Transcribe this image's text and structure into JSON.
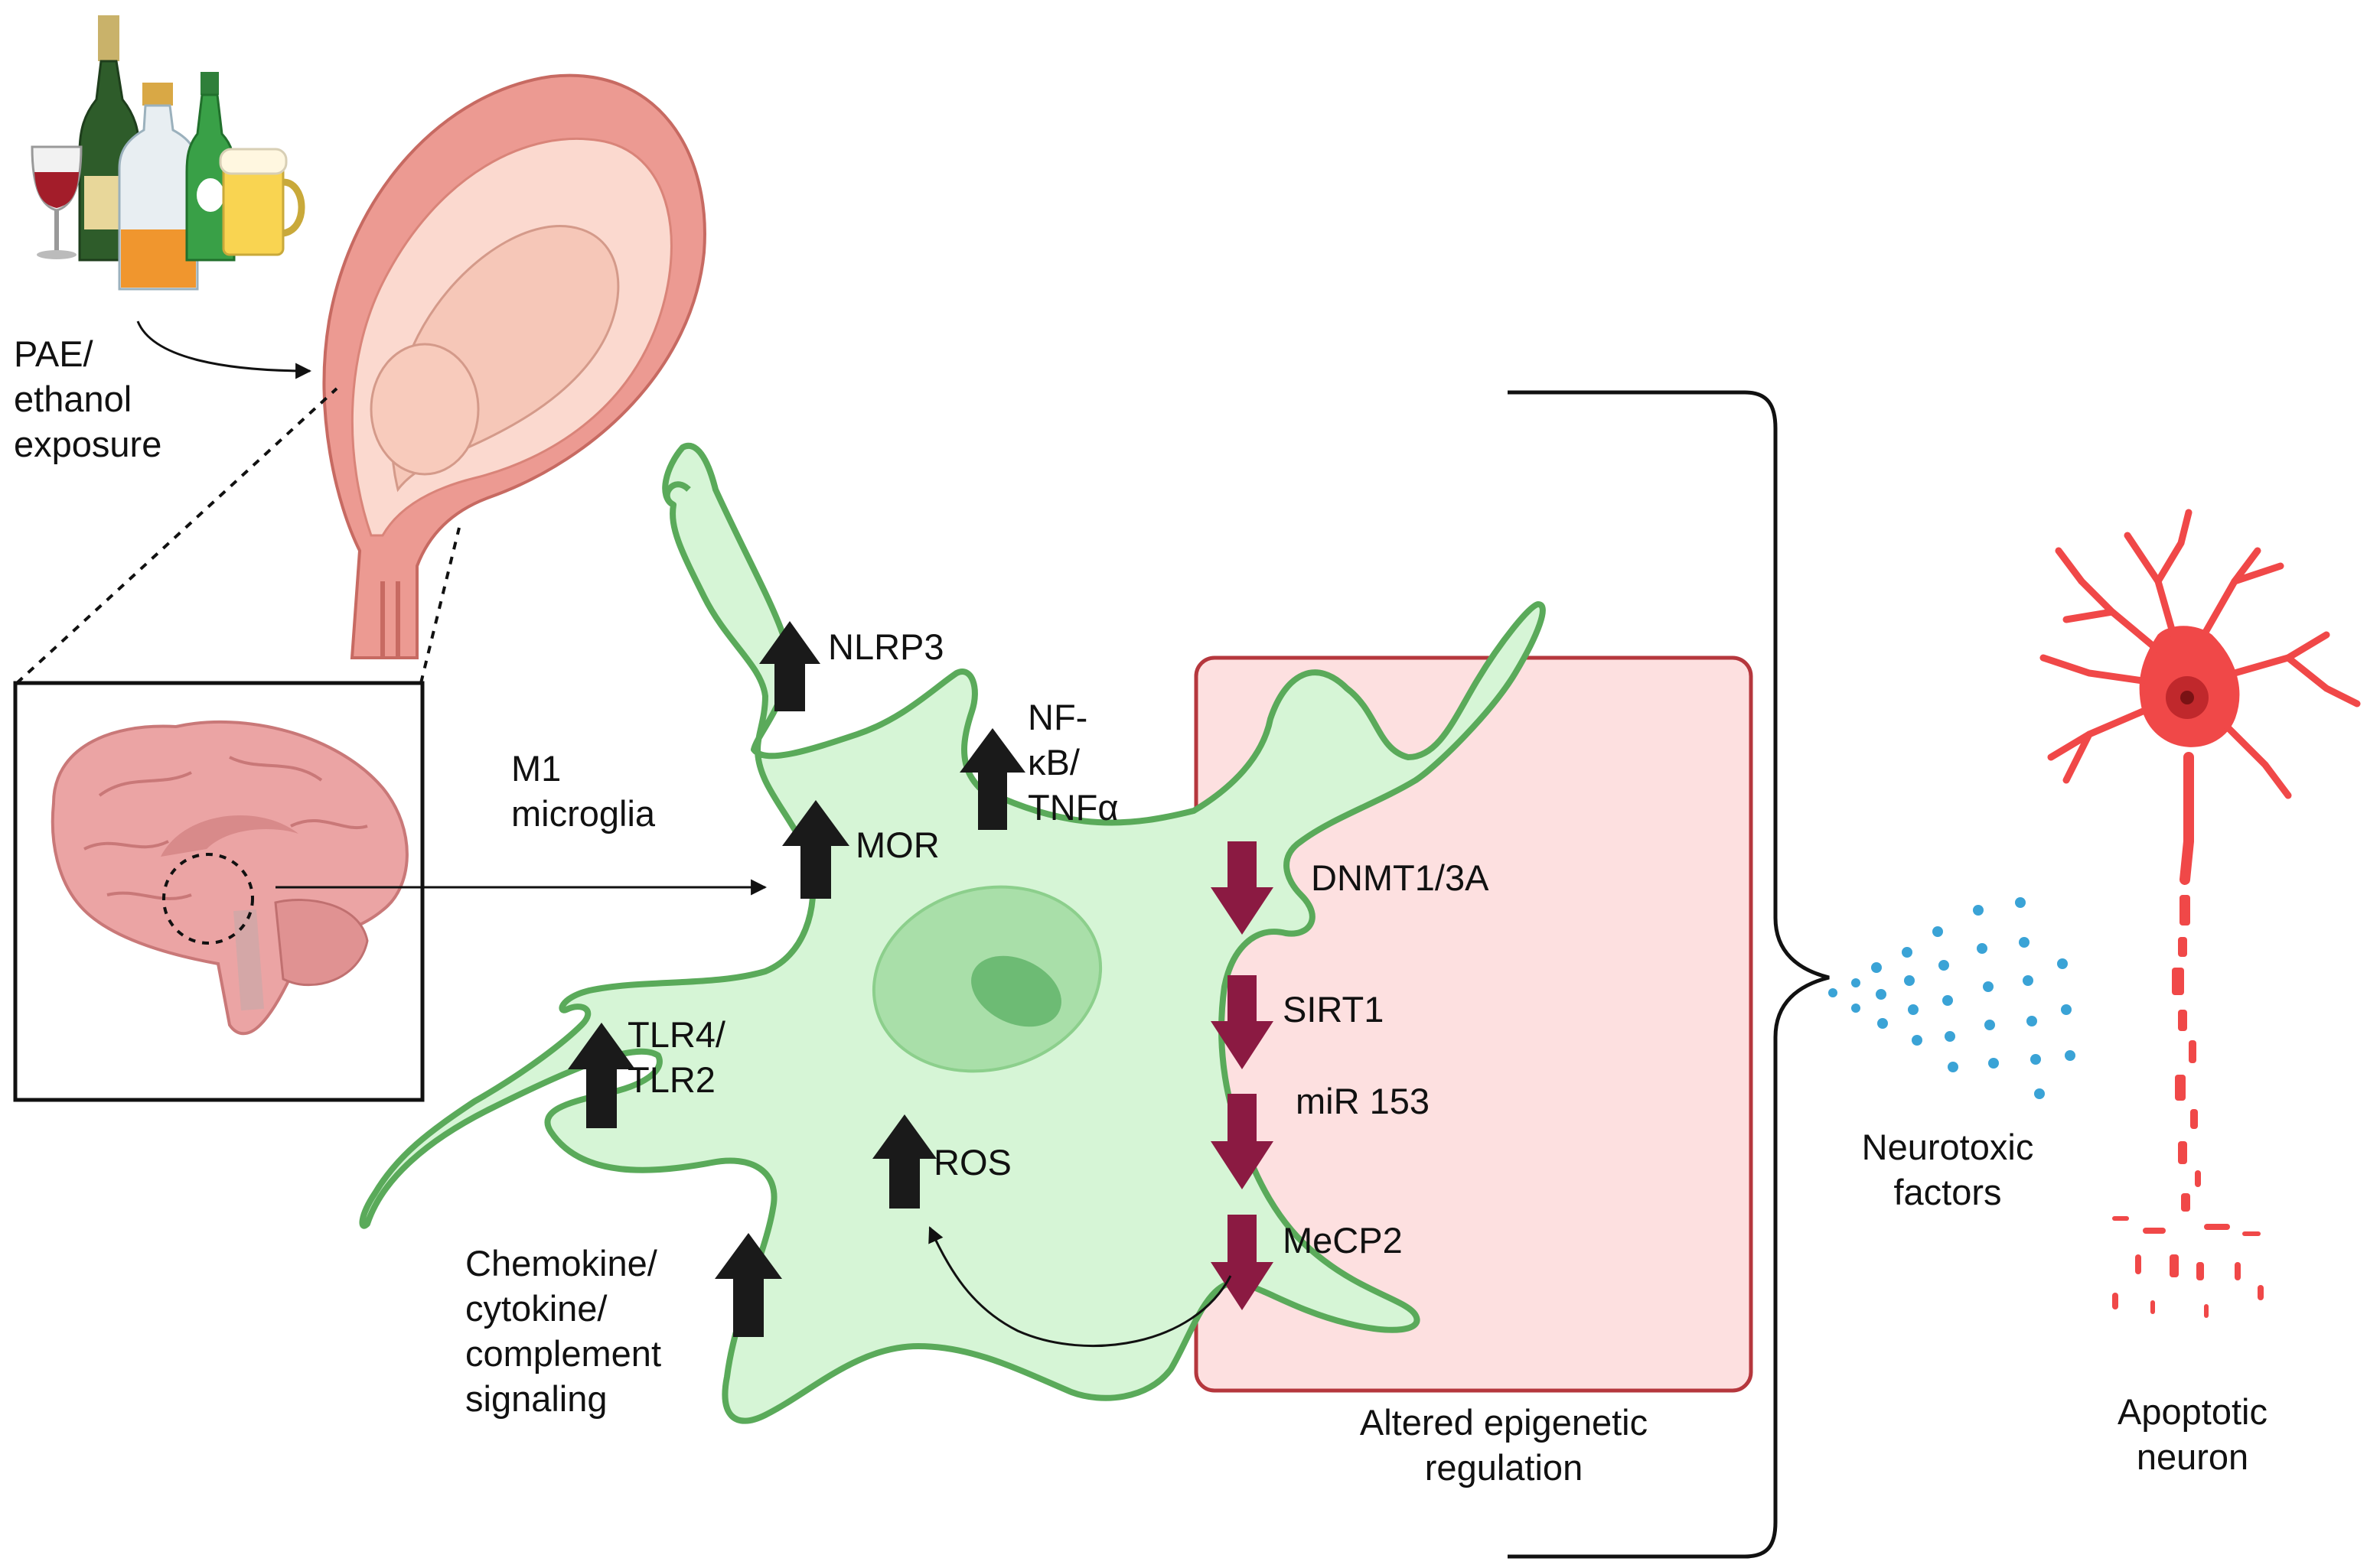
{
  "labels": {
    "exposure": "PAE/\nethanol\nexposure",
    "microglia": "M1\nmicroglia",
    "nlrp3": "NLRP3",
    "nfkb": "NF-\nκB/\nTNFα",
    "mor": "MOR",
    "tlr": "TLR4/\nTLR2",
    "ros": "ROS",
    "chemokine": "Chemokine/\ncytokine/\ncomplement\nsignaling",
    "dnmt": "DNMT1/3A",
    "sirt1": "SIRT1",
    "mir": "miR 153",
    "mecp2": "MeCP2",
    "epigenetic": "Altered epigenetic\nregulation",
    "neurotoxic": "Neurotoxic\nfactors",
    "apoptotic": "Apoptotic\nneuron"
  },
  "colors": {
    "microglia_fill": "#d6f5d6",
    "microglia_stroke": "#5aaa5a",
    "nucleus": "#a9dfa9",
    "nucleolus": "#6dbb74",
    "epigenetic_box_fill": "#fde0e0",
    "epigenetic_box_stroke": "#b5373d",
    "up_arrow": "#1a1a1a",
    "down_arrow": "#8b1a42",
    "neuron": "#f04848",
    "droplets": "#3aa3d6",
    "uterus": "#f1a7a0",
    "brain": "#eba4a4"
  },
  "icons": {
    "bottles": "alcohol-bottles-icon",
    "uterus": "pregnant-uterus-icon",
    "brain": "brain-icon",
    "microglia": "microglia-cell-icon",
    "neuron": "apoptotic-neuron-icon",
    "droplets": "neurotoxic-droplets-icon"
  }
}
